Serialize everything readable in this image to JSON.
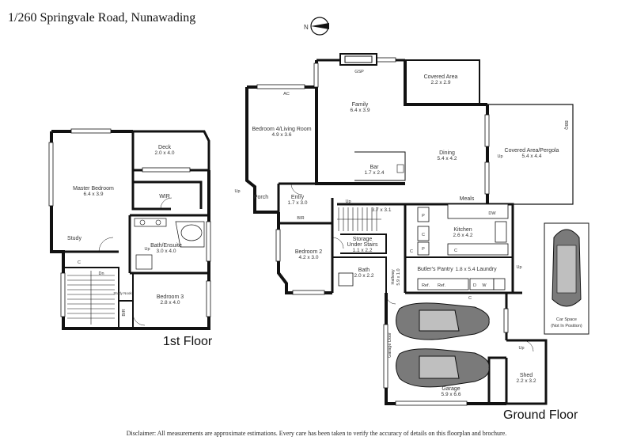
{
  "title": "1/260 Springvale Road, Nunawading",
  "disclaimer": "Disclaimer: All measurements are approximate estimations. Every care has been taken to verify the accuracy of details on this floorplan and brochure.",
  "compass": {
    "label": "N"
  },
  "floors": {
    "first": "1st Floor",
    "ground": "Ground Floor"
  },
  "rooms_first": {
    "deck": {
      "name": "Deck",
      "dim": "2.0 x 4.0"
    },
    "master": {
      "name": "Master Bedroom",
      "dim": "6.4 x 3.9"
    },
    "wir": {
      "name": "WIR"
    },
    "study": {
      "name": "Study"
    },
    "ensuite": {
      "name": "Bath/Ensuite",
      "dim": "3.0 x 4.0"
    },
    "up": "Up",
    "c": "C",
    "dn": "Dn",
    "bed3": {
      "name": "Bedroom 3",
      "dim": "2.8 x 4.0"
    },
    "studynook": "Study Nook",
    "bir": "BIR"
  },
  "rooms_ground": {
    "gsp": "GSP",
    "covered1": {
      "name": "Covered Area",
      "dim": "2.2 x 2.9"
    },
    "family": {
      "name": "Family",
      "dim": "6.4 x 3.9"
    },
    "ac": "AC",
    "bed4": {
      "name": "Bedroom 4/Living Room",
      "dim": "4.9 x 3.6"
    },
    "bbq": "BBQ",
    "covered2": {
      "name": "Covered Area/Pergola",
      "dim": "5.4 x 4.4"
    },
    "dining": {
      "name": "Dining",
      "dim": "5.4 x 4.2"
    },
    "bar": {
      "name": "Bar",
      "dim": "1.7 x 2.4"
    },
    "porch": {
      "name": "Porch"
    },
    "entry": {
      "name": "Entry",
      "dim": "1.7 x 3.0"
    },
    "up1": "Up",
    "up2": "Up",
    "up3": "Up",
    "up4": "Up",
    "up5": "Up",
    "meals": {
      "name": "Meals"
    },
    "dw": "DW",
    "hall37": {
      "dim": "3.7 x 3.1"
    },
    "p1": "P",
    "p2": "P",
    "c1": "C",
    "c2": "C",
    "c3": "C",
    "c4": "C",
    "kitchen": {
      "name": "Kitchen",
      "dim": "2.6 x 4.2"
    },
    "bir": "BIR",
    "bed2": {
      "name": "Bedroom 2",
      "dim": "4.2 x 3.0"
    },
    "storage": {
      "name": "Storage",
      "name2": "Under Stairs",
      "dim": "1.1 x 2.2"
    },
    "butlers": {
      "name": "Butler's Pantry",
      "dim": "1.8 x 5.4"
    },
    "laundry": {
      "name": "Laundry"
    },
    "bath": {
      "name": "Bath",
      "dim": "2.0 x 2.2"
    },
    "hallway": {
      "name": "Hallway",
      "dim": "5.9 x 1.0"
    },
    "ref1": "Ref.",
    "ref2": "Ref.",
    "d": "D",
    "w": "W",
    "garagedoor": "Garage Door",
    "garage": {
      "name": "Garage",
      "dim": "5.9 x 6.6"
    },
    "shed": {
      "name": "Shed",
      "dim": "2.2 x 3.2"
    },
    "carspace": {
      "name": "Car Space",
      "note": "(Not In Position)"
    }
  }
}
